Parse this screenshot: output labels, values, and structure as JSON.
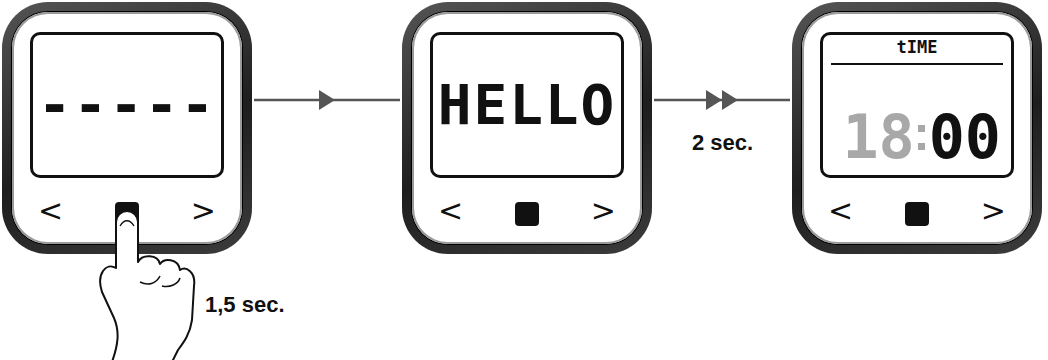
{
  "diagram": {
    "nodes": [
      {
        "text": [
          "-----",
          "<",
          ">"
        ]
      },
      {
        "text": [
          "HELLO",
          "<",
          ">"
        ]
      },
      {
        "text": [
          "tIME",
          "18",
          "00",
          "<",
          ">"
        ]
      }
    ],
    "edges": [
      {
        "from": 0,
        "to": 1,
        "arrow": "to"
      },
      {
        "from": 1,
        "to": 2,
        "arrow": "to",
        "label": "2 sec."
      }
    ],
    "labels": [
      "1,5 sec."
    ]
  }
}
